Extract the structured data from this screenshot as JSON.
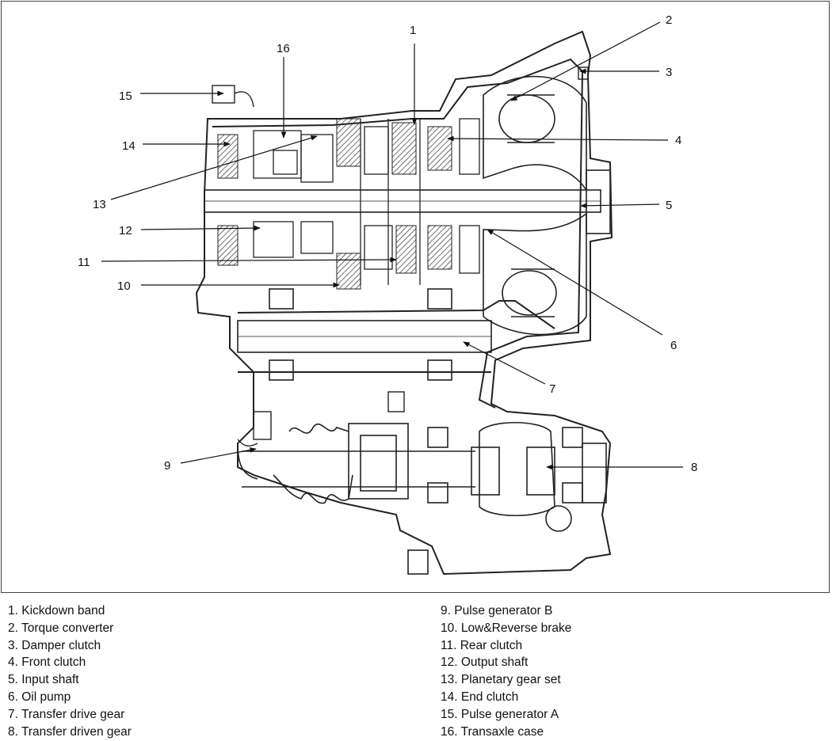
{
  "callouts": {
    "c1": "1",
    "c2": "2",
    "c3": "3",
    "c4": "4",
    "c5": "5",
    "c6": "6",
    "c7": "7",
    "c8": "8",
    "c9": "9",
    "c10": "10",
    "c11": "11",
    "c12": "12",
    "c13": "13",
    "c14": "14",
    "c15": "15",
    "c16": "16"
  },
  "legend": {
    "left": [
      {
        "text": "1.  Kickdown band"
      },
      {
        "text": "2.  Torque converter"
      },
      {
        "text": "3.  Damper clutch"
      },
      {
        "text": "4.  Front clutch"
      },
      {
        "text": "5.  Input shaft"
      },
      {
        "text": "6.  Oil pump"
      },
      {
        "text": "7.  Transfer drive gear"
      },
      {
        "text": "8.  Transfer driven gear"
      }
    ],
    "right": [
      {
        "text": "9. Pulse generator B"
      },
      {
        "text": "10.  Low&Reverse brake"
      },
      {
        "text": "11.  Rear clutch"
      },
      {
        "text": "12.  Output shaft"
      },
      {
        "text": "13.  Planetary gear set"
      },
      {
        "text": "14.  End clutch"
      },
      {
        "text": "15.  Pulse generator A"
      },
      {
        "text": "16.  Transaxle case"
      }
    ]
  }
}
